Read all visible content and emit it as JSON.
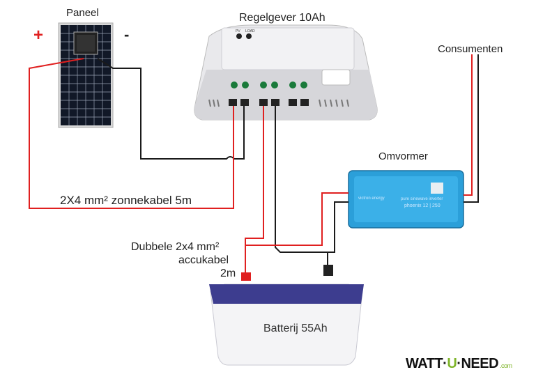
{
  "labels": {
    "panel": "Paneel",
    "controller": "Regelgever 10Ah",
    "consumers": "Consumenten",
    "inverter": "Omvormer",
    "solar_cable": "2X4 mm² zonnekabel 5m",
    "battery_cable_line1": "Dubbele 2x4 mm²",
    "battery_cable_line2": "accukabel",
    "battery_cable_line3": "2m",
    "battery": "Batterij 55Ah",
    "plus_sign": "+",
    "minus_sign": "-"
  },
  "controller_marks": {
    "pv": "PV",
    "load": "LOAD"
  },
  "inverter_text": {
    "brand": "victron energy",
    "line1": "pure sinewave inverter",
    "line2": "phoenix 12 | 250"
  },
  "branding": {
    "part1": "WATT·",
    "part2": "U",
    "part3": "·NEED",
    "suffix": ".com"
  },
  "colors": {
    "positive_wire": "#e02020",
    "negative_wire": "#1a1a1a",
    "inverter_body": "#2b9fd9",
    "battery_lid": "#3d3d8f",
    "brand_accent": "#7fb52a"
  }
}
